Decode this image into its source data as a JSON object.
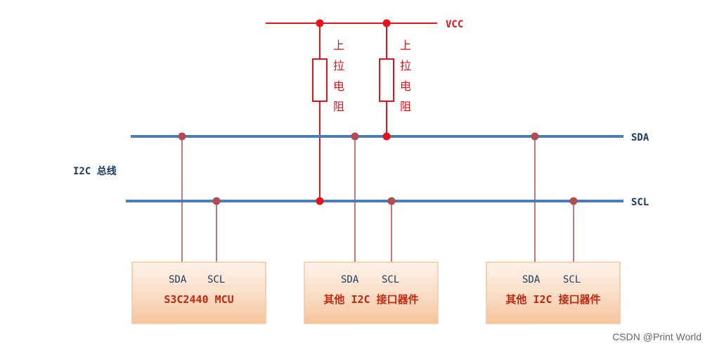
{
  "labels": {
    "vcc": "VCC",
    "pullup_chars": [
      "上",
      "拉",
      "电",
      "阻"
    ],
    "sda": "SDA",
    "scl": "SCL",
    "bus_title": "I2C 总线"
  },
  "devices": [
    {
      "pin_sda": "SDA",
      "pin_scl": "SCL",
      "name": "S3C2440 MCU"
    },
    {
      "pin_sda": "SDA",
      "pin_scl": "SCL",
      "name": "其他 I2C 接口器件"
    },
    {
      "pin_sda": "SDA",
      "pin_scl": "SCL",
      "name": "其他 I2C 接口器件"
    }
  ],
  "watermark": "CSDN @Print World",
  "colors": {
    "bus_line": "#4a7ebb",
    "power_line": "#e8121a",
    "device_wire": "#b34a50",
    "node_dot": "#b34a50",
    "device_border": "#f3c6a0",
    "device_fill_top": "#fdf3ea",
    "device_fill_bottom": "#f6c49c"
  }
}
